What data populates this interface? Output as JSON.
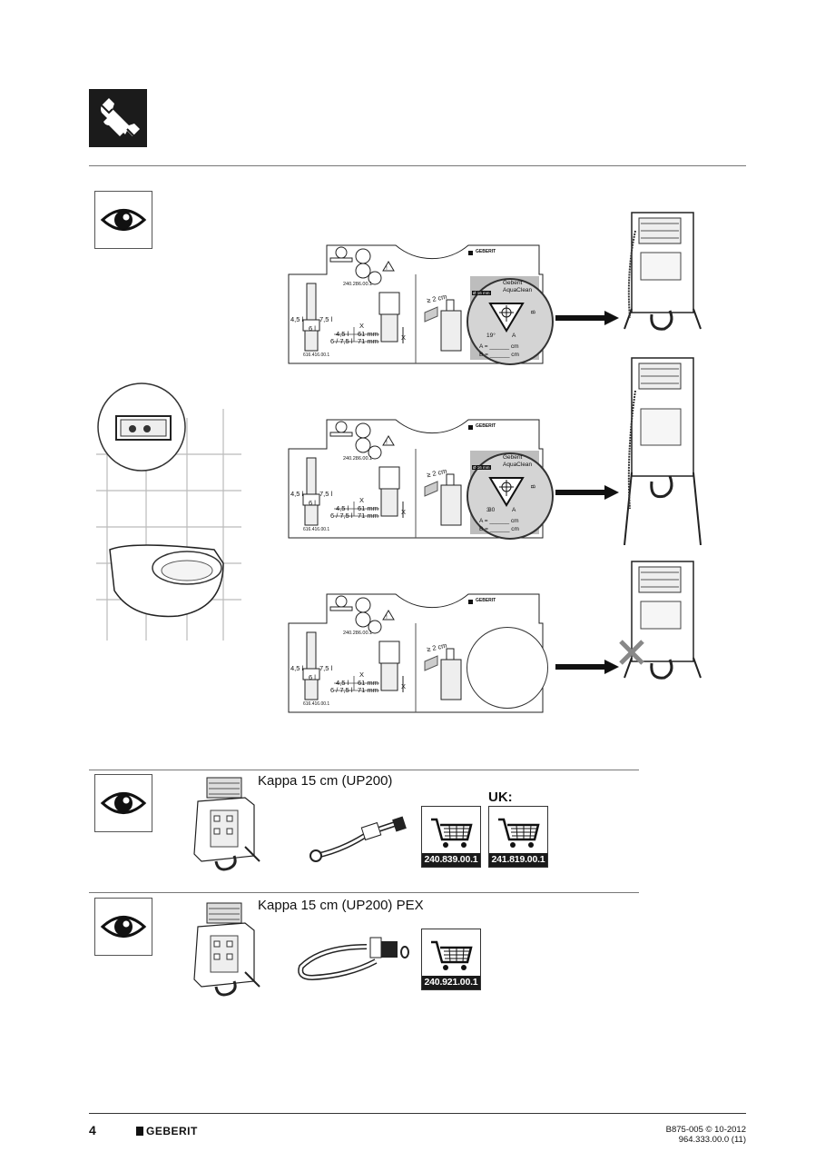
{
  "header": {
    "icon": "wrench-icon"
  },
  "installation_cards": [
    {
      "valve_code": "240.286.00.1",
      "volumes": {
        "low": "4,5 l",
        "high": "7,5 l",
        "six": "6 l"
      },
      "table": {
        "x": "X",
        "r1a": "4,5 l",
        "r1b": "61 mm",
        "r2a": "6 / 7,5 l",
        "r2b": "71 mm"
      },
      "part_code": "616.416.00.1",
      "gap": "≥ 2 cm",
      "aquaclean": {
        "label": "Geberit AquaClean",
        "pipe": "Ø 16 mm",
        "angle": "19°",
        "a_label": "A",
        "b_label": "B",
        "a_line": "A = ______ cm",
        "b_line": "B = ______ cm"
      },
      "result": "frame-with-aquaclean"
    },
    {
      "valve_code": "240.286.00.1",
      "volumes": {
        "low": "4,5 l",
        "high": "7,5 l",
        "six": "6 l"
      },
      "table": {
        "x": "X",
        "r1a": "4,5 l",
        "r1b": "61 mm",
        "r2a": "6 / 7,5 l",
        "r2b": "71 mm"
      },
      "part_code": "616.416.00.1",
      "gap": "≥ 2 cm",
      "aquaclean": {
        "label": "Geberit AquaClean",
        "pipe": "Ø 16 mm",
        "angle": "3",
        "bottom": "30",
        "a_label": "A",
        "b_label": "B",
        "a_line": "A = ______ cm",
        "b_line": "B = ______ cm"
      },
      "result": "frame-tall-with-hose"
    },
    {
      "valve_code": "240.286.00.1",
      "volumes": {
        "low": "4,5 l",
        "high": "7,5 l",
        "six": "6 l"
      },
      "table": {
        "x": "X",
        "r1a": "4,5 l",
        "r1b": "61 mm",
        "r2a": "6 / 7,5 l",
        "r2b": "71 mm"
      },
      "part_code": "616.416.00.1",
      "gap": "≥ 2 cm",
      "aquaclean": null,
      "result": "frame-crossed-out"
    }
  ],
  "products": [
    {
      "title": "Kappa 15 cm (UP200)",
      "uk_label": "UK:",
      "codes": [
        "240.839.00.1",
        "241.819.00.1"
      ]
    },
    {
      "title": "Kappa 15 cm (UP200) PEX",
      "codes": [
        "240.921.00.1"
      ]
    }
  ],
  "brand": "GEBERIT",
  "footer": {
    "page_number": "4",
    "doc_ref": "B875-005 © 10-2012",
    "doc_code": "964.333.00.0 (11)"
  }
}
